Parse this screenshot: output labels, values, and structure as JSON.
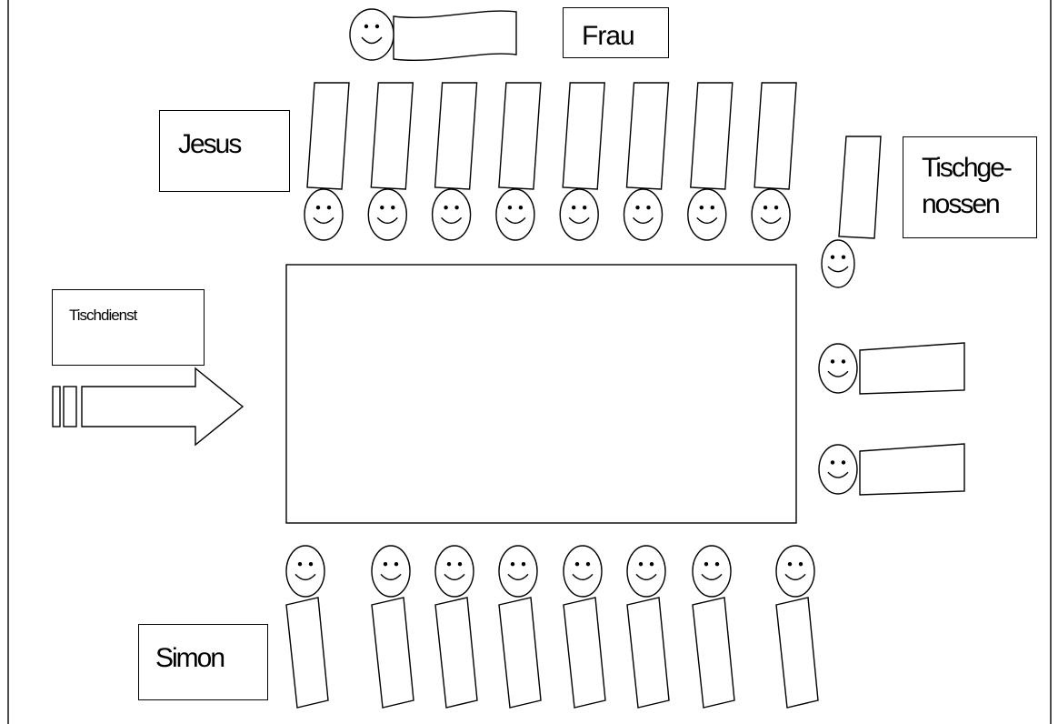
{
  "labels": {
    "jesus": "Jesus",
    "frau": "Frau",
    "tischgenossen_line1": "Tischge-",
    "tischgenossen_line2": "nossen",
    "tischdienst": "Tischdienst",
    "simon": "Simon"
  },
  "guests": {
    "top_row_count": 8,
    "bottom_row_count": 8,
    "right_side_count": 3
  },
  "colors": {
    "stroke": "#000000",
    "fill": "#ffffff"
  }
}
